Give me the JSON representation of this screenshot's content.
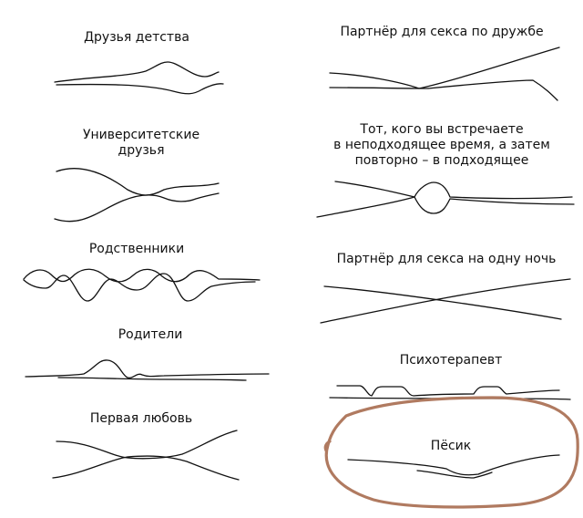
{
  "labels": {
    "childhood_friends": "Друзья детства",
    "university_friends_line1": "Университетские",
    "university_friends_line2": "друзья",
    "relatives": "Родственники",
    "parents": "Родители",
    "first_love": "Первая любовь",
    "fwb": "Партнёр для секса по дружбе",
    "wrong_time_line1": "Тот, кого вы встречаете",
    "wrong_time_line2": "в неподходящее время, а затем",
    "wrong_time_line3": "повторно – в подходящее",
    "one_night": "Партнёр для секса на одну ночь",
    "therapist": "Психотерапевт",
    "doggy": "Пёсик"
  },
  "colors": {
    "ink": "#111111",
    "circle": "#b07a60"
  }
}
